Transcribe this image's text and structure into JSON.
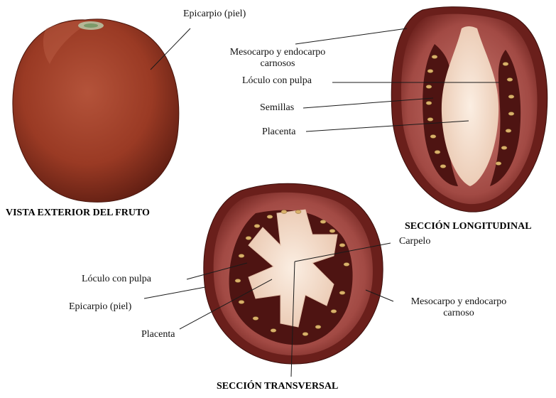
{
  "figure": {
    "exterior": {
      "title": "VISTA EXTERIOR DEL FRUTO",
      "labels": {
        "epicarpio": "Epicarpio (piel)"
      }
    },
    "longitudinal": {
      "title": "SECCIÓN LONGITUDINAL",
      "labels": {
        "mesocarpo_line1": "Mesocarpo y endocarpo",
        "mesocarpo_line2": "carnosos",
        "loculo": "Lóculo con pulpa",
        "semillas": "Semillas",
        "placenta": "Placenta"
      }
    },
    "transversal": {
      "title": "SECCIÓN TRANSVERSAL",
      "labels": {
        "carpelo": "Carpelo",
        "loculo": "Lóculo con pulpa",
        "epicarpio": "Epicarpio (piel)",
        "placenta": "Placenta",
        "mesocarpo_line1": "Mesocarpo y endocarpo",
        "mesocarpo_line2": "carnoso"
      }
    }
  },
  "colors": {
    "skin": "#9a3a24",
    "flesh": "#a34a44",
    "inner_flesh": "#c76a66",
    "placenta": "#f3dcc8",
    "locule": "#6e1c1a",
    "seed": "#d8b06a",
    "leader_line": "#1a1a1a"
  }
}
